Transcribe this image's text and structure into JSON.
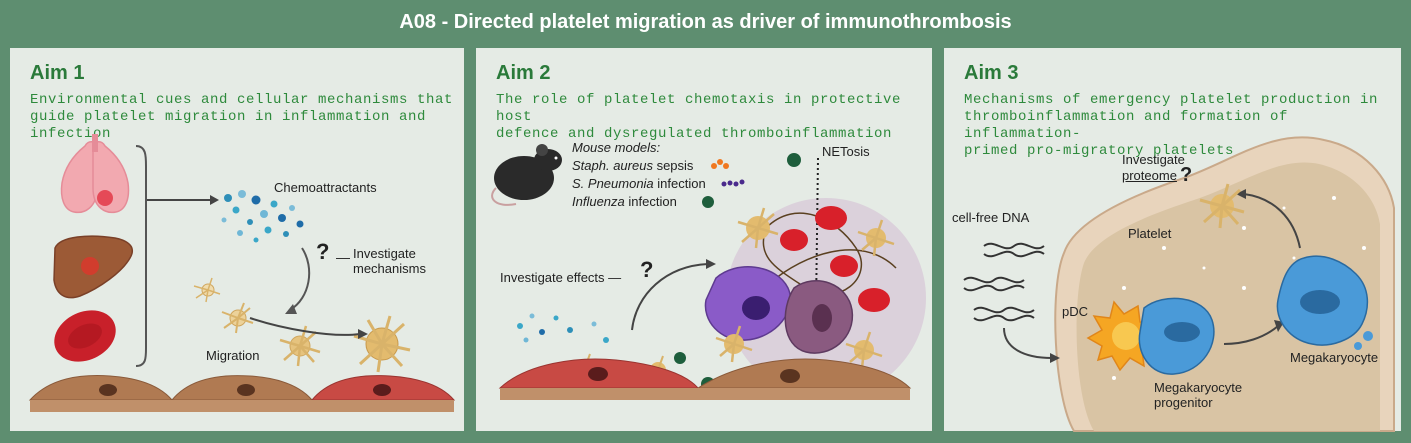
{
  "title": "A08 - Directed platelet migration as driver of immunothrombosis",
  "aim1": {
    "heading": "Aim 1",
    "subtitle": "Environmental cues and cellular mechanisms  that\nguide platelet migration in inflammation and infection",
    "chemoattractants": "Chemoattractants",
    "question": "?",
    "investigate": "Investigate\nmechanisms",
    "migration": "Migration"
  },
  "aim2": {
    "heading": "Aim 2",
    "subtitle": "The role of platelet chemotaxis in protective host\ndefence and dysregulated thromboinflammation",
    "mouse_models": "Mouse models:",
    "model1_italic": "Staph. aureus",
    "model1_rest": " sepsis",
    "model2_italic": "S. Pneumonia",
    "model2_rest": " infection",
    "model3_italic": "Influenza",
    "model3_rest": " infection",
    "netosis": "NETosis",
    "investigate_effects": "Investigate effects —",
    "question": "?"
  },
  "aim3": {
    "heading": "Aim 3",
    "subtitle": "Mechanisms of emergency platelet production in\nthromboinflammation and formation of inflammation-\nprimed pro-migratory platelets",
    "investigate": "Investigate",
    "proteome": "proteome",
    "question": "?",
    "cell_free_dna": "cell-free DNA",
    "platelet": "Platelet",
    "pdc": "pDC",
    "megakaryocyte": "Megakaryocyte",
    "mk_progenitor": "Megakaryocyte\nprogenitor"
  },
  "colors": {
    "background": "#5e8e70",
    "panel": "#e5ebe5",
    "heading": "#2a7a3a",
    "platelet": "#d9b36a",
    "rbc": "#c8202a",
    "endothelium": "#b07a52",
    "megakaryocyte": "#3f8fd0",
    "pdc": "#f5a623",
    "neutrophil": "#8a5bc8"
  },
  "icons": [
    "lung-icon",
    "liver-icon",
    "red-blood-cell-icon",
    "platelet-icon",
    "mouse-icon",
    "bacteria-icon",
    "virus-icon",
    "dna-icon",
    "bone-marrow-icon",
    "megakaryocyte-icon"
  ]
}
